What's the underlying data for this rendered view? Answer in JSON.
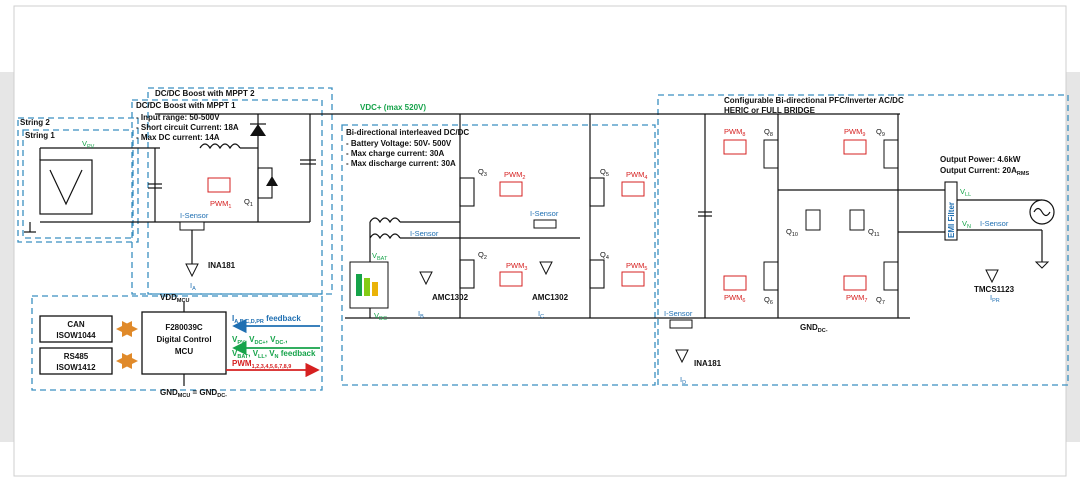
{
  "blocks": {
    "string2": "String 2",
    "string1": "String 1",
    "boost2": "DC/DC Boost with MPPT 2",
    "boost1": "DC/DC Boost with MPPT 1",
    "boost_specs": [
      "- Input range: 50-500V",
      "- Short circuit Current: 18A",
      "- Max DC current: 14A"
    ],
    "bidir": "Bi-directional interleaved DC/DC",
    "bidir_specs": [
      "- Battery Voltage: 50V- 500V",
      "- Max charge current: 30A",
      "- Max discharge current: 30A"
    ],
    "pfc_title": "Configurable Bi-directional PFC/Inverter AC/DC",
    "pfc_sub": "HERIC or FULL BRIDGE",
    "output_power": "Output Power: 4.6kW",
    "output_current": "Output Current: 20A",
    "output_current_sub": "RMS"
  },
  "bus": {
    "vdc": "VDC+ (max 520V)",
    "gnd": "GND",
    "gnd_sub": "DC-"
  },
  "labels": {
    "vpv": "V",
    "vpv_sub": "PV",
    "isensor": "I-Sensor",
    "ina181": "INA181",
    "amc1302": "AMC1302",
    "tmcs": "TMCS1123",
    "emi": "EMI Filter",
    "vbat": "V",
    "vbat_sub": "BAT",
    "vdc": "V",
    "vdc_sub": "DC",
    "vll": "V",
    "vll_sub": "LL",
    "vn": "V",
    "vn_sub": "N",
    "q1": "Q",
    "q1_sub": "1",
    "q2": "Q",
    "q2_sub": "2",
    "q3": "Q",
    "q3_sub": "3",
    "q4": "Q",
    "q4_sub": "4",
    "q5": "Q",
    "q5_sub": "5",
    "q6": "Q",
    "q6_sub": "6",
    "q7": "Q",
    "q7_sub": "7",
    "q8": "Q",
    "q8_sub": "8",
    "q9": "Q",
    "q9_sub": "9",
    "q10": "Q",
    "q10_sub": "10",
    "q11": "Q",
    "q11_sub": "11",
    "ia": "I",
    "ia_sub": "A",
    "ib": "I",
    "ib_sub": "B",
    "ic": "I",
    "ic_sub": "C",
    "id": "I",
    "id_sub": "D",
    "ipr": "I",
    "ipr_sub": "PR"
  },
  "pwm": {
    "pwm1": "PWM",
    "pwm1_sub": "1",
    "pwm2": "PWM",
    "pwm2_sub": "2",
    "pwm3": "PWM",
    "pwm3_sub": "3",
    "pwm4": "PWM",
    "pwm4_sub": "4",
    "pwm5": "PWM",
    "pwm5_sub": "5",
    "pwm6": "PWM",
    "pwm6_sub": "6",
    "pwm7": "PWM",
    "pwm7_sub": "7",
    "pwm8": "PWM",
    "pwm8_sub": "8",
    "pwm9": "PWM",
    "pwm9_sub": "9"
  },
  "mcu": {
    "vdd": "VDD",
    "vdd_sub": "MCU",
    "name_lines": [
      "F280039C",
      "Digital Control",
      "MCU"
    ],
    "gnd": "GND",
    "gnd_sub": "MCU",
    "gnd_tail": " = GND",
    "gnd_tail_sub": "DC-"
  },
  "comms": {
    "can": [
      "CAN",
      "ISOW1044"
    ],
    "rs485": [
      "RS485",
      "ISOW1412"
    ]
  },
  "signals": {
    "i_feedback_main": "I",
    "i_feedback_sub": "A,B,C,D,PR",
    "i_feedback_tail": " feedback",
    "v_feedback1": "V",
    "v_feedback1_sub": "PV",
    "v_feedback1_mid": ", V",
    "v_feedback1_sub2": "DC+",
    "v_feedback1_mid2": ", V",
    "v_feedback1_sub3": "DC-",
    "v_feedback1_tail": ",",
    "v_feedback2": "V",
    "v_feedback2_sub": "BAT",
    "v_feedback2_mid": ", V",
    "v_feedback2_sub2": "LL",
    "v_feedback2_mid2": ", V",
    "v_feedback2_sub3": "N",
    "v_feedback2_tail": " feedback",
    "pwm_out": "PWM",
    "pwm_out_sub": "1,2,3,4,5,6,7,8,9"
  },
  "colors": {
    "dash": "#3a8fc0",
    "blue": "#1f6fb2",
    "green": "#16a34a",
    "red": "#d62020",
    "orange": "#e08a2a"
  }
}
